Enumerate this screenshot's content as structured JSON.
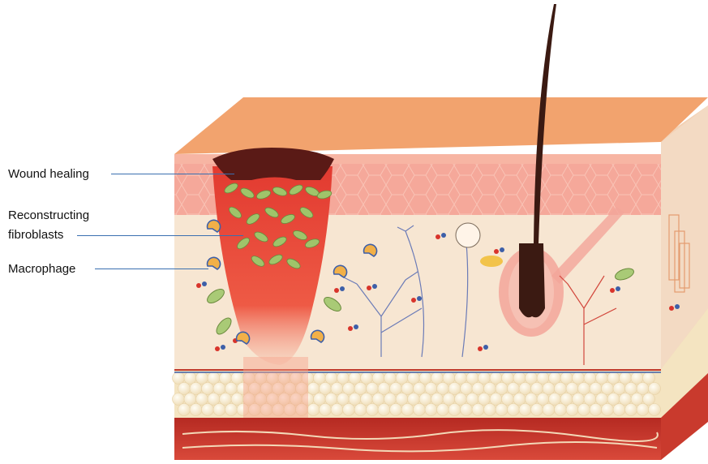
{
  "labels": {
    "wound_healing": "Wound healing",
    "reconstructing_line1": "Reconstructing",
    "reconstructing_line2": "fibroblasts",
    "macrophage": "Macrophage"
  },
  "colors": {
    "epidermis_top": "#f2a36e",
    "epidermis_front": "#f5a89a",
    "dermis": "#f7e6d2",
    "fat": "#f9f1dc",
    "muscle": "#c8352b",
    "wound": "#e8463a",
    "scab": "#5a1a16",
    "fibroblast": "#9fc46a",
    "callout_line": "#3a6fb0"
  }
}
